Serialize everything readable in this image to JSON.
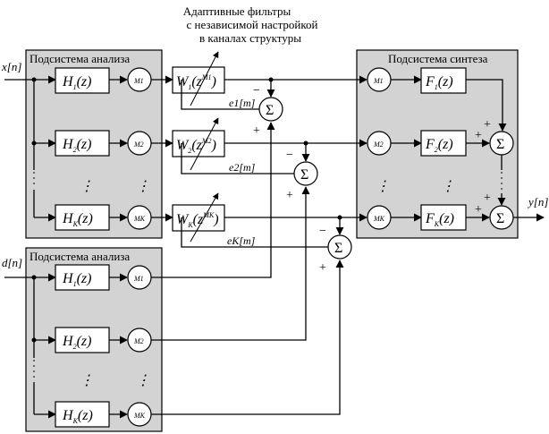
{
  "caption": [
    "Адаптивные фильтры",
    "с независимой настройкой",
    "в каналах структуры"
  ],
  "analysis_label": "Подсистема анализа",
  "synthesis_label": "Подсистема синтеза",
  "signals": {
    "x": "x[n]",
    "d": "d[n]",
    "y": "y[n]"
  },
  "filters_H": [
    "H",
    "H",
    "H"
  ],
  "filter_H_sub": [
    "1",
    "2",
    "K"
  ],
  "filters_F": [
    "F",
    "F",
    "F"
  ],
  "filter_F_sub": [
    "1",
    "2",
    "K"
  ],
  "z_arg": "(z)",
  "adaptive_W": "W",
  "adaptive_W_sub": [
    "1",
    "2",
    "K"
  ],
  "adaptive_arg_pre": "(z",
  "adaptive_arg_post": ")",
  "decimator": [
    "M1",
    "M2",
    "MK"
  ],
  "errors": [
    "e1[m]",
    "e2[m]",
    "eK[m]"
  ],
  "vdots": "⋮",
  "sum_symbol": "Σ",
  "plus": "+",
  "minus": "−"
}
